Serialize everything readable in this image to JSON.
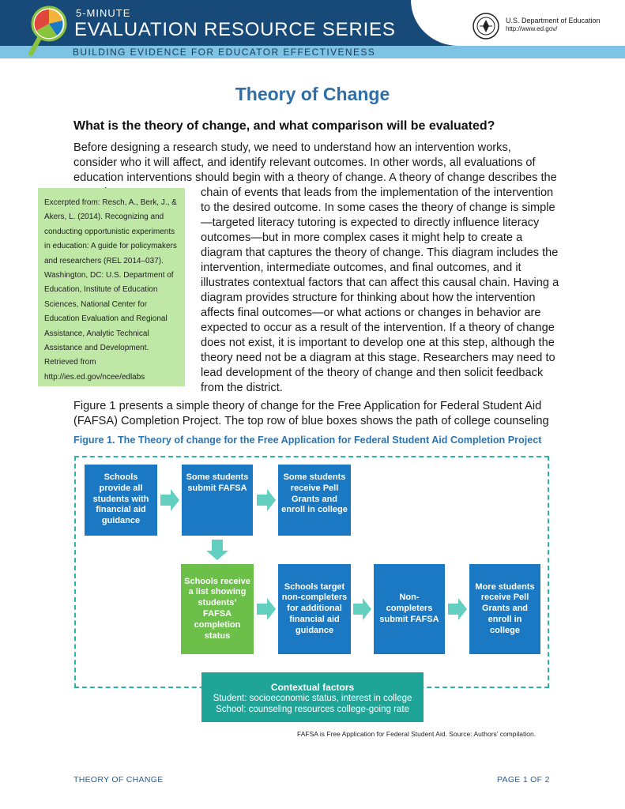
{
  "header": {
    "series_top": "5-MINUTE",
    "series_main": "EVALUATION RESOURCE SERIES",
    "tagline": "BUILDING EVIDENCE FOR EDUCATOR EFFECTIVENESS",
    "dept_name": "U.S. Department of Education",
    "dept_url": "http://www.ed.gov/",
    "logo_icon": "magnifier-pie-icon",
    "seal_icon": "department-seal-icon",
    "colors": {
      "dark": "#174a78",
      "light": "#7ec3e3"
    }
  },
  "title": "Theory of Change",
  "question": "What is the theory of change, and what comparison will be evaluated?",
  "intro_text": "Before designing a research study, we need to understand how an intervention works, consider who it will affect, and identify relevant outcomes. In other words, all evaluations of education interventions should begin with a theory of change. A theory of change describes the causal",
  "wrap_text": "chain of events that leads from the implementation of the intervention to the desired outcome. In some cases the theory of change is simple—targeted literacy tutoring is expected to directly influence literacy outcomes—but in more complex cases it might help to create a diagram that captures the theory of change. This diagram includes the intervention, intermediate outcomes, and final outcomes, and it illustrates contextual factors that can affect this causal chain. Having a diagram provides structure for thinking about how the intervention affects final outcomes—or what actions or changes in behavior are expected to occur as a result of the intervention. If a theory of change does not exist, it is important to develop one at this step, although the theory need not be a diagram at this stage. Researchers may need to lead development of the theory of change and then solicit feedback from the district.",
  "callout": "Excerpted from: Resch, A., Berk, J., & Akers, L. (2014). Recognizing and conducting opportunistic experiments in education: A guide for policymakers and researchers (REL 2014–037). Washington, DC: U.S. Department of Education, Institute of Education Sciences, National Center for Education Evaluation and Regional Assistance, Analytic Technical Assistance and Development. Retrieved from http://ies.ed.gov/ncee/edlabs",
  "figure_intro": "Figure 1 presents a simple theory of change for the Free Application for Federal Student Aid (FAFSA) Completion Project. The top row of blue boxes shows the path of college counseling",
  "figure": {
    "title": "Figure 1. The Theory of change for the Free Application for Federal Student Aid Completion Project",
    "boxes": {
      "b1": "Schools provide all students with financial aid guidance",
      "b2": "Some students submit FAFSA",
      "b3": "Some students receive Pell Grants and enroll in college",
      "b4": "Schools receive a list showing students’ FAFSA completion status",
      "b5": "Schools target non-completers for additional financial aid guidance",
      "b6": "Non-completers submit FAFSA",
      "b7": "More students receive Pell Grants and enroll in college"
    },
    "context_title": "Contextual factors",
    "context_line1": "Student: socioeconomic status, interest in college",
    "context_line2": "School: counseling resources college-going rate",
    "note": "FAFSA is Free Application for Federal Student Aid. Source: Authors’ compilation.",
    "colors": {
      "blue": "#1b79c4",
      "green": "#6cc04a",
      "teal": "#1fa597",
      "arrow": "#62cfc0"
    }
  },
  "footer": {
    "left": "THEORY OF CHANGE",
    "right": "PAGE 1 OF 2"
  }
}
